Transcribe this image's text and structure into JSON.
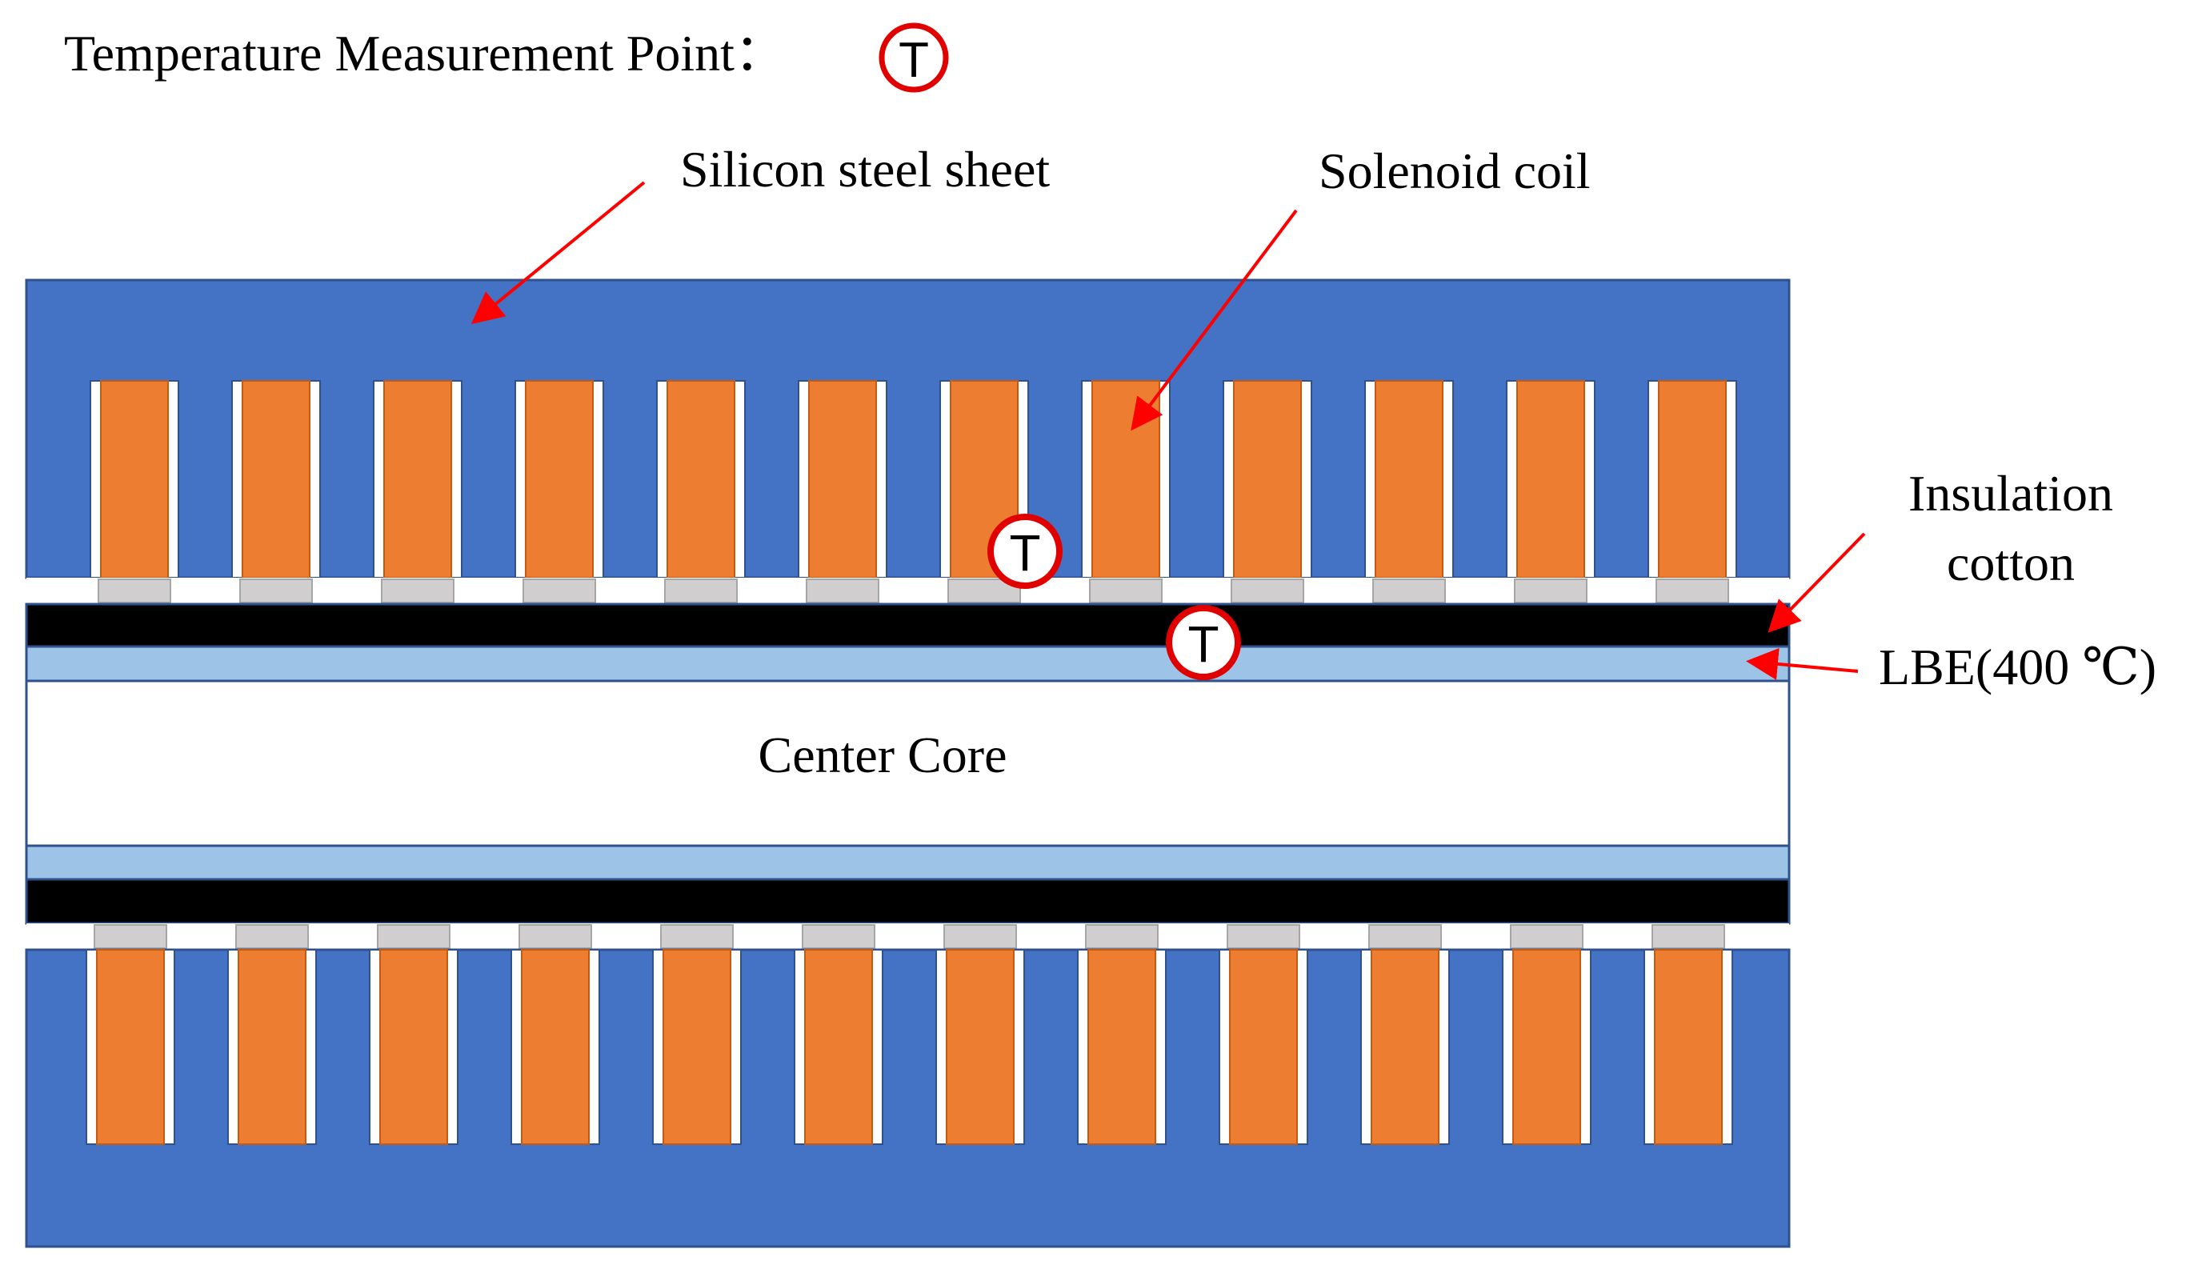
{
  "legend": {
    "text": "Temperature Measurement Point：",
    "symbol": "T"
  },
  "labels": {
    "silicon_steel_sheet": "Silicon steel sheet",
    "solenoid_coil": "Solenoid coil",
    "insulation_cotton_line1": "Insulation",
    "insulation_cotton_line2": "cotton",
    "lbe": "LBE(400 ℃)",
    "center_core": "Center Core"
  },
  "measurement_points": [
    {
      "symbol": "T"
    },
    {
      "symbol": "T"
    }
  ],
  "colors": {
    "steel": "#4472c4",
    "coil": "#ed7d31",
    "insulation": "#000000",
    "lbe": "#9dc3e6",
    "spacer": "#d0cece",
    "arrow": "#ff0000",
    "marker_ring": "#e00000"
  }
}
